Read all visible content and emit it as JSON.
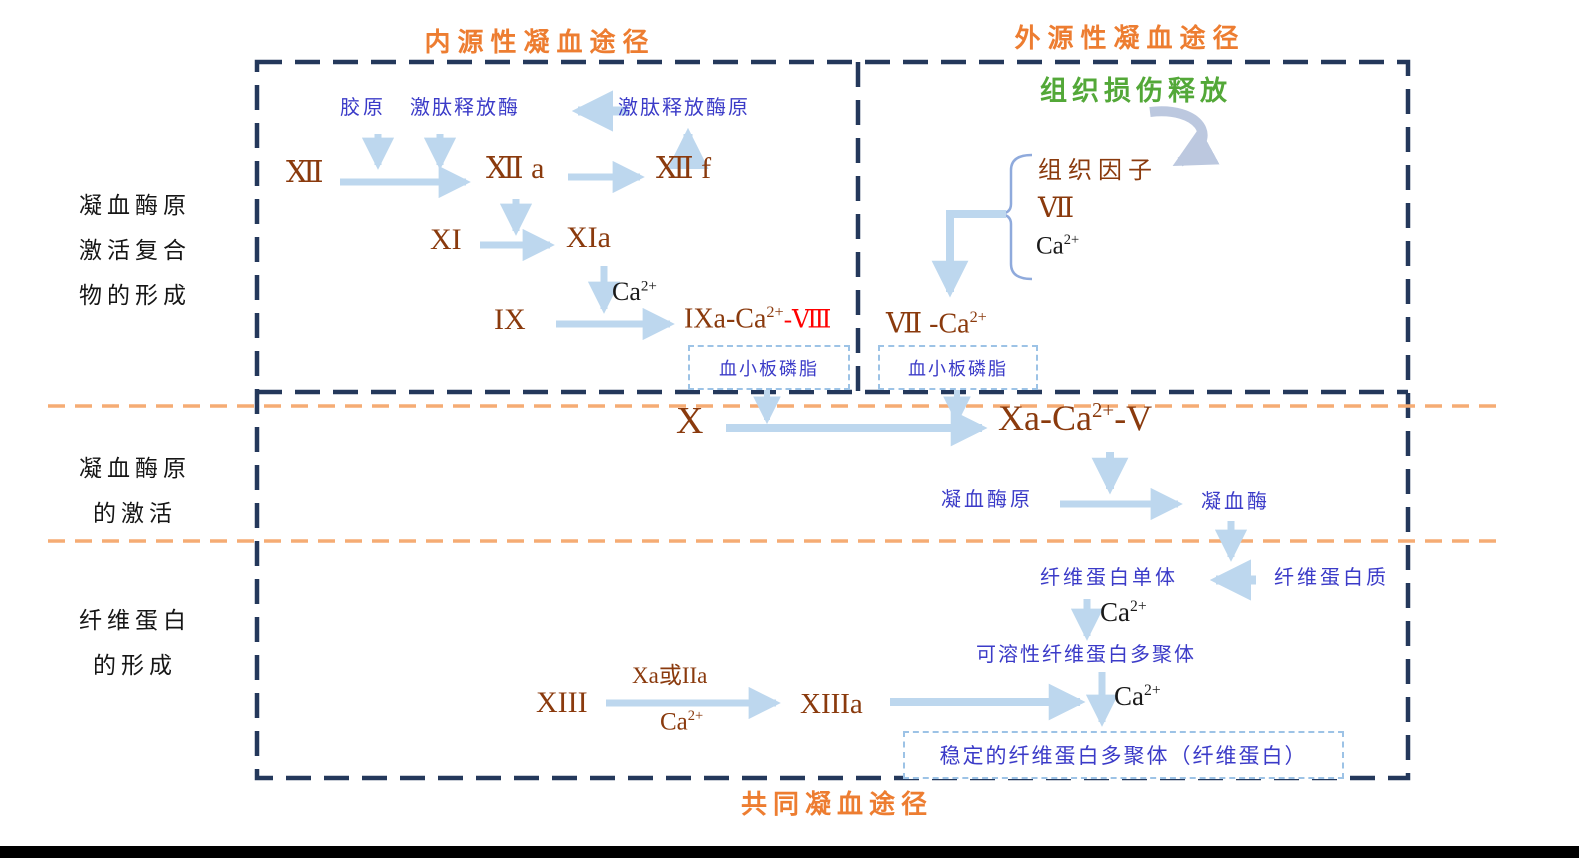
{
  "titles": {
    "intrinsic": "内源性凝血途径",
    "extrinsic": "外源性凝血途径",
    "common": "共同凝血途径"
  },
  "stage_labels": {
    "stage1": [
      "凝血酶原",
      "激活复合",
      "物的形成"
    ],
    "stage2": [
      "凝血酶原",
      "的激活"
    ],
    "stage3": [
      "纤维蛋白",
      "的形成"
    ]
  },
  "ca": {
    "base": "Ca",
    "sup": "2+"
  },
  "intrinsic_pathway": {
    "collagen": "胶原",
    "kallikrein": "激肽释放酶",
    "prekallikrein": "激肽释放酶原",
    "factor12": "Ⅻ",
    "factor12a": "Ⅻ a",
    "factor12f": "Ⅻ f",
    "factor11": "XI",
    "factor11a": "XIa",
    "factor9": "IX",
    "factor9a_main": "IXa-Ca",
    "factor9a_sup": "2+",
    "factor9a_suffix": "-Ⅷ",
    "platelet_phospholipid": "血小板磷脂"
  },
  "extrinsic_pathway": {
    "tissue_release": "组织损伤释放",
    "tissue_factor": "组织因子",
    "factor7": "Ⅶ",
    "factor7a_main": "Ⅶ -Ca",
    "factor7a_sup": "2+",
    "platelet_phospholipid": "血小板磷脂"
  },
  "common_pathway": {
    "factor10": "X",
    "factor10a_main": "Xa-Ca",
    "factor10a_sup": "2+",
    "factor10a_suffix": "-V",
    "prothrombin": "凝血酶原",
    "thrombin": "凝血酶",
    "fibrin_monomer": "纤维蛋白单体",
    "fibrinogen": "纤维蛋白质",
    "soluble_polymer": "可溶性纤维蛋白多聚体",
    "factor13": "XIII",
    "factor13_cofactor": "Xa或IIa",
    "factor13_ca_main": "Ca",
    "factor13_ca_sup": "2+",
    "factor13a": "XIIIa",
    "stable_polymer": "稳定的纤维蛋白多聚体（纤维蛋白）"
  },
  "colors": {
    "title_orange": "#ED7D31",
    "tissue_green": "#53A838",
    "label_blue": "#3B3BC8",
    "factor_brown": "#8A3A0D",
    "factor8_red": "#FF0000",
    "arrow_lightblue": "#BDD7EE",
    "swoosh_gray": "#BCC8DF",
    "box_navy_dash": "#24385B",
    "divider_orange_dash": "#F5AC74",
    "ppbox_border": "#9DC3E6"
  }
}
